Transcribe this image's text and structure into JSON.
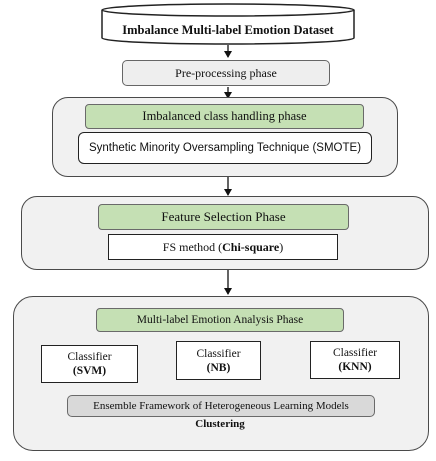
{
  "dataset": {
    "label": "Imbalance Multi-label Emotion Dataset"
  },
  "preprocessing": {
    "label": "Pre-processing phase"
  },
  "imbalance": {
    "title": "Imbalanced class handling phase",
    "method": "Synthetic Minority Oversampling Technique (SMOTE)"
  },
  "feature_selection": {
    "title": "Feature Selection Phase",
    "method_prefix": "FS method (",
    "method_bold": "Chi-square",
    "method_suffix": ")"
  },
  "analysis": {
    "title": "Multi-label Emotion Analysis Phase",
    "classifiers": [
      {
        "label": "Classifier",
        "name": "(SVM)"
      },
      {
        "label": "Classifier",
        "name": "(NB)"
      },
      {
        "label": "Classifier",
        "name": "(KNN)"
      }
    ],
    "ensemble": "Ensemble Framework of Heterogeneous Learning Models",
    "clustering": "Clustering"
  },
  "colors": {
    "green_fill": "#c5e0b4",
    "container_fill": "#f1f1f1",
    "gray_fill": "#d9d9d9",
    "stroke": "#222222"
  }
}
